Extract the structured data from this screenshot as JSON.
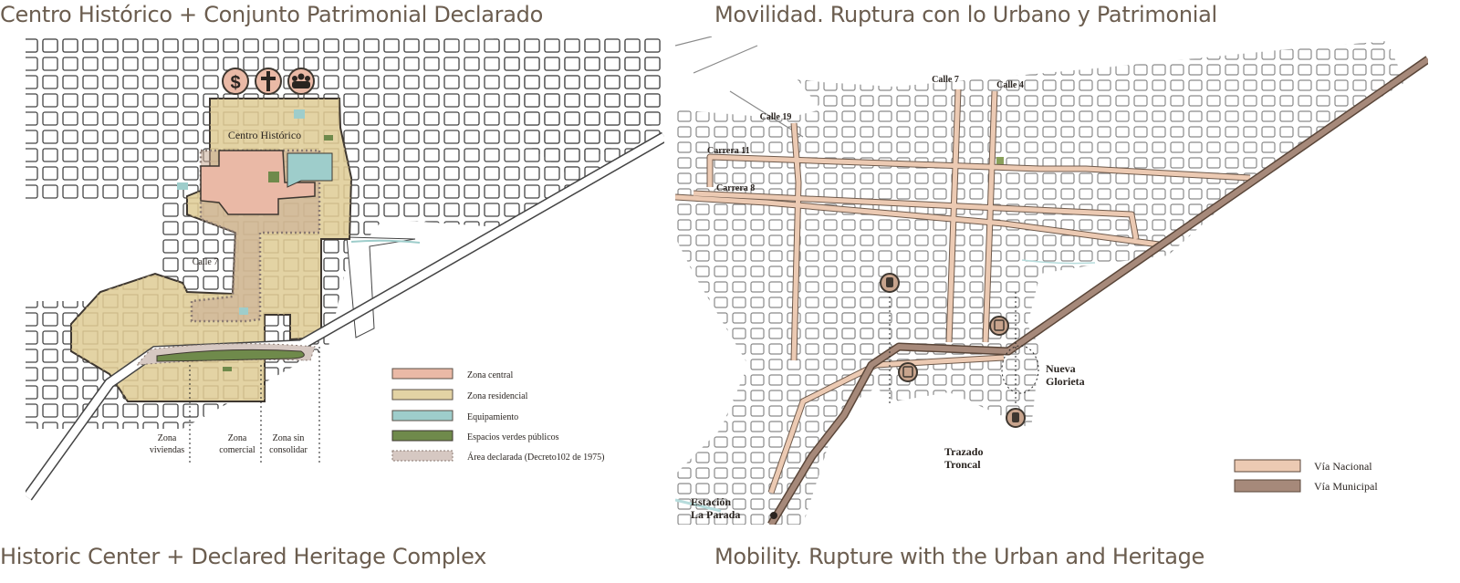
{
  "left": {
    "title_es": "Centro Histórico + Conjunto Patrimonial Declarado",
    "title_en": "Historic Center + Declared Heritage Complex",
    "labels": {
      "centro_historico": "Centro Histórico",
      "calle7": "Calle 7",
      "zona_viviendas": [
        "Zona",
        "viviendas"
      ],
      "zona_comercial": [
        "Zona",
        "comercial"
      ],
      "zona_sin_consolidar": [
        "Zona sin",
        "consolidar"
      ]
    },
    "icons": [
      "dollar-icon",
      "cross-icon",
      "people-icon"
    ],
    "legend": [
      {
        "label": "Zona central",
        "color": "#eab9a6"
      },
      {
        "label": "Zona residencial",
        "color": "#e3d3a4"
      },
      {
        "label": "Equipamiento",
        "color": "#9ecdcb"
      },
      {
        "label": "Espacios verdes públicos",
        "color": "#6f8a4b"
      },
      {
        "label": "Área declarada (Decreto102 de 1975)",
        "color": "#d6c8c2"
      }
    ]
  },
  "right": {
    "title_es": "Movilidad. Ruptura con lo Urbano y Patrimonial",
    "title_en": "Mobility. Rupture with the Urban and Heritage",
    "labels": {
      "calle19": "Calle 19",
      "calle7": "Calle 7",
      "calle4": "Calle 4",
      "carrera11": "Carrera 11",
      "carrera8": "Carrera 8",
      "nueva_glorieta": [
        "Nueva",
        "Glorieta"
      ],
      "trazado_troncal": [
        "Trazado",
        "Troncal"
      ],
      "estacion": [
        "Estación",
        "La Parada"
      ]
    },
    "icons": [
      "hand-stop-icon",
      "bus-icon"
    ],
    "legend": [
      {
        "label": "Vía Nacional",
        "color": "#eccab3"
      },
      {
        "label": "Vía Municipal",
        "color": "#a6897a"
      }
    ]
  }
}
